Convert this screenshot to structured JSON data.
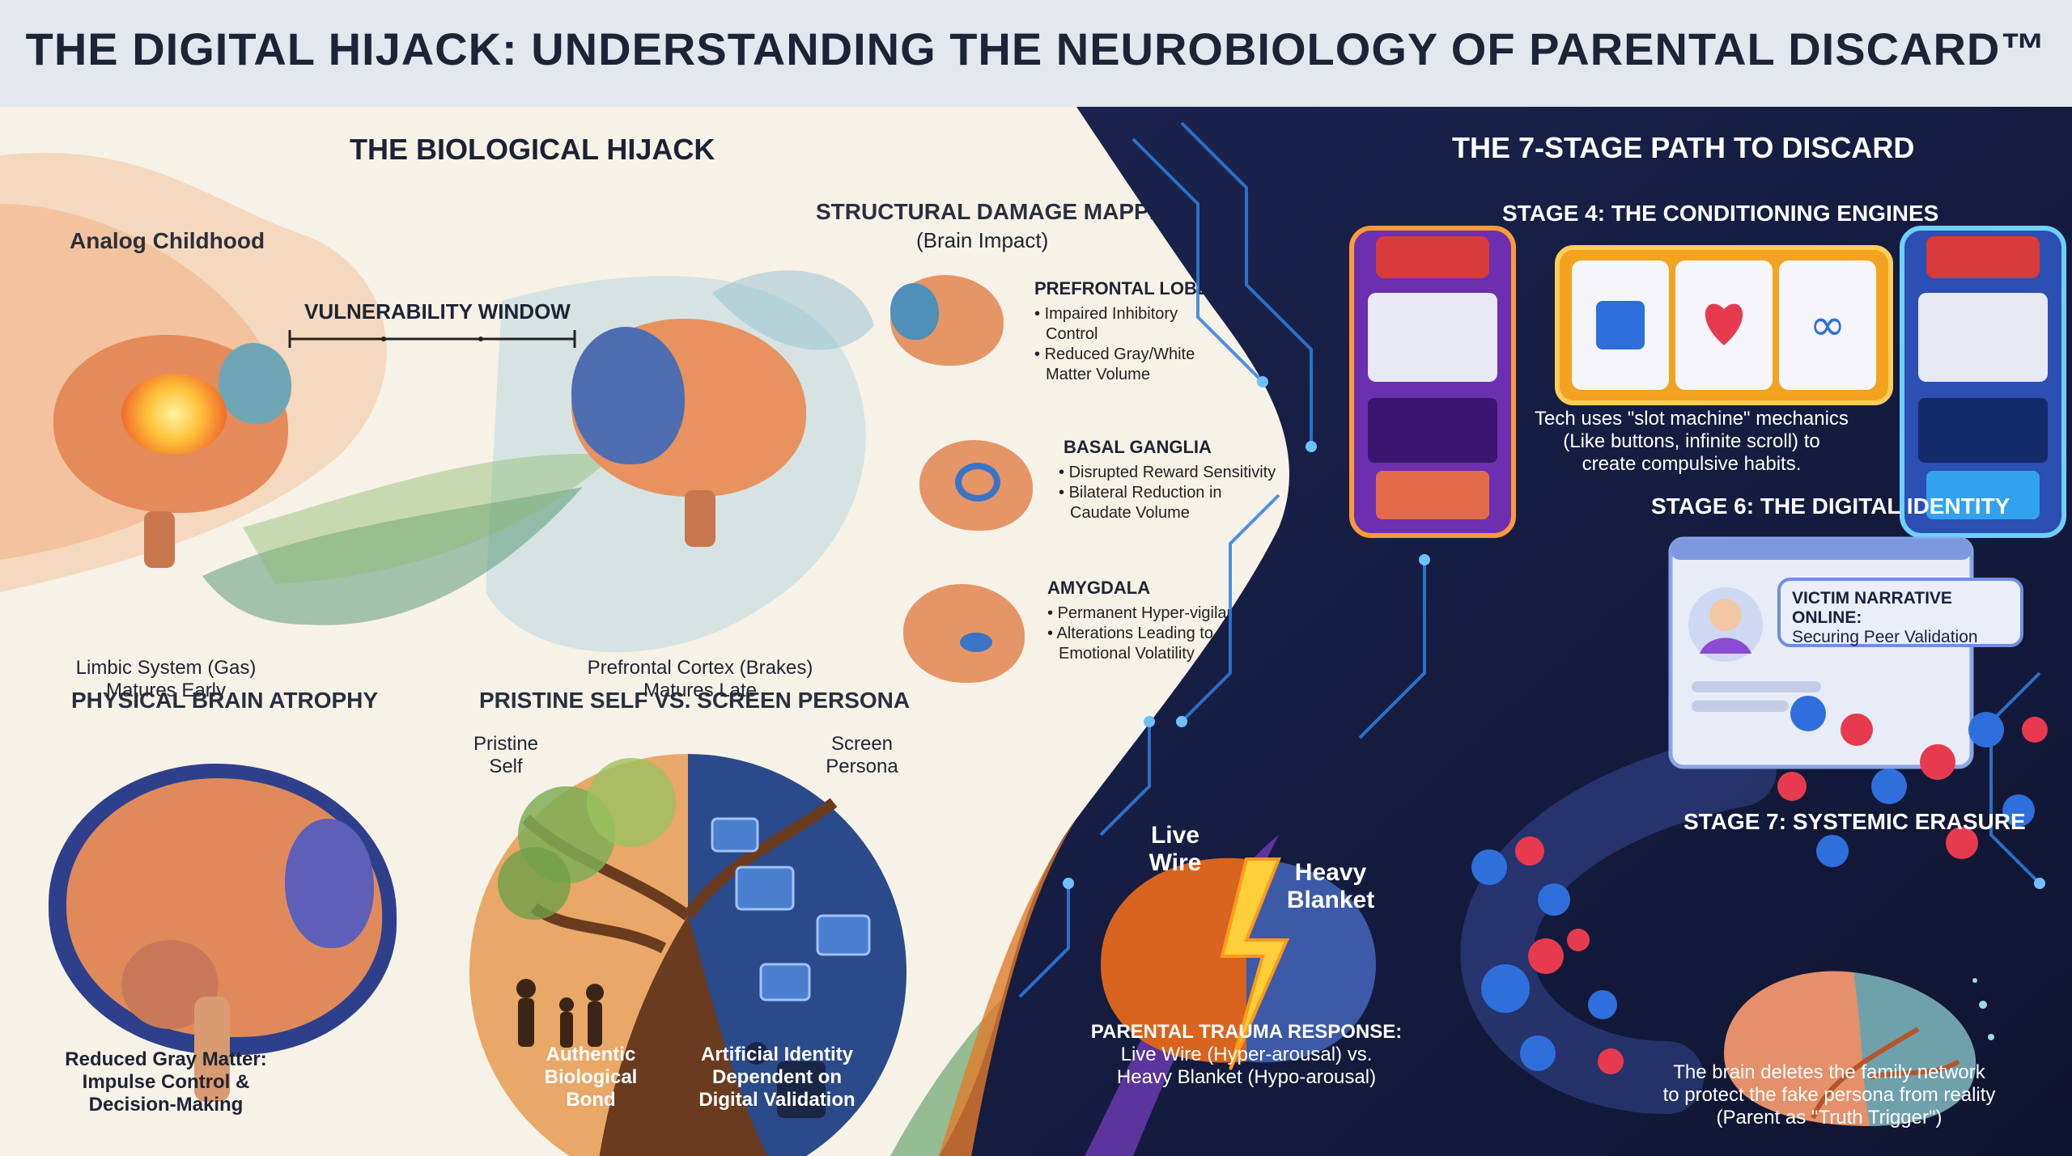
{
  "title": "THE DIGITAL HIJACK: UNDERSTANDING THE NEUROBIOLOGY OF PARENTAL DISCARD™",
  "biological_hijack": {
    "heading": "THE BIOLOGICAL HIJACK",
    "analog_childhood": "Analog Childhood",
    "vulnerability_window": "VULNERABILITY WINDOW",
    "limbic_line1": "Limbic System (Gas)",
    "limbic_line2": "Matures Early",
    "prefrontal_line1": "Prefrontal Cortex (Brakes)",
    "prefrontal_line2": "Matures Late"
  },
  "structural": {
    "heading": "STRUCTURAL DAMAGE MAPPING",
    "subheading": "(Brain Impact)",
    "regions": [
      {
        "name": "PREFRONTAL LOBE",
        "b1": "Impaired Inhibitory",
        "b1b": "Control",
        "b2": "Reduced Gray/White",
        "b2b": "Matter Volume"
      },
      {
        "name": "BASAL GANGLIA",
        "b1": "Disrupted Reward Sensitivity",
        "b1b": "",
        "b2": "Bilateral Reduction in",
        "b2b": "Caudate Volume"
      },
      {
        "name": "AMYGDALA",
        "b1": "Permanent Hyper-vigilance",
        "b1b": "",
        "b2": "Alterations Leading to",
        "b2b": "Emotional Volatility"
      }
    ]
  },
  "atrophy": {
    "heading": "PHYSICAL BRAIN ATROPHY",
    "cap1": "Reduced Gray Matter:",
    "cap2": "Impulse Control &",
    "cap3": "Decision-Making"
  },
  "pristine": {
    "heading": "PRISTINE SELF VS. SCREEN PERSONA",
    "left1": "Pristine",
    "left2": "Self",
    "right1": "Screen",
    "right2": "Persona",
    "bottom_left1": "Authentic",
    "bottom_left2": "Biological",
    "bottom_left3": "Bond",
    "bottom_right1": "Artificial Identity",
    "bottom_right2": "Dependent on",
    "bottom_right3": "Digital Validation"
  },
  "trauma": {
    "live": "Live",
    "wire": "Wire",
    "heavy": "Heavy",
    "blanket": "Blanket",
    "cap1": "PARENTAL TRAUMA RESPONSE:",
    "cap2": "Live Wire (Hyper-arousal) vs.",
    "cap3": "Heavy Blanket (Hypo-arousal)"
  },
  "path": {
    "heading": "THE 7-STAGE PATH TO DISCARD",
    "stage4": "STAGE 4: THE CONDITIONING ENGINES",
    "stage4_1": "Tech uses \"slot machine\" mechanics",
    "stage4_2": "(Like buttons, infinite scroll) to",
    "stage4_3": "create compulsive habits.",
    "stage6": "STAGE 6: THE DIGITAL IDENTITY",
    "bubble1": "VICTIM NARRATIVE ONLINE:",
    "bubble2": "Securing Peer Validation",
    "stage7": "STAGE 7: SYSTEMIC ERASURE",
    "stage7_1": "The brain deletes the family network",
    "stage7_2": "to protect the fake persona from reality",
    "stage7_3": "(Parent as \"Truth Trigger\")"
  },
  "colors": {
    "dark_bg": "#141a3d",
    "circuit": "#3fa0ff",
    "brain": "#e8966a",
    "like_blue": "#2e6fdc",
    "heart_red": "#e83a4e"
  }
}
